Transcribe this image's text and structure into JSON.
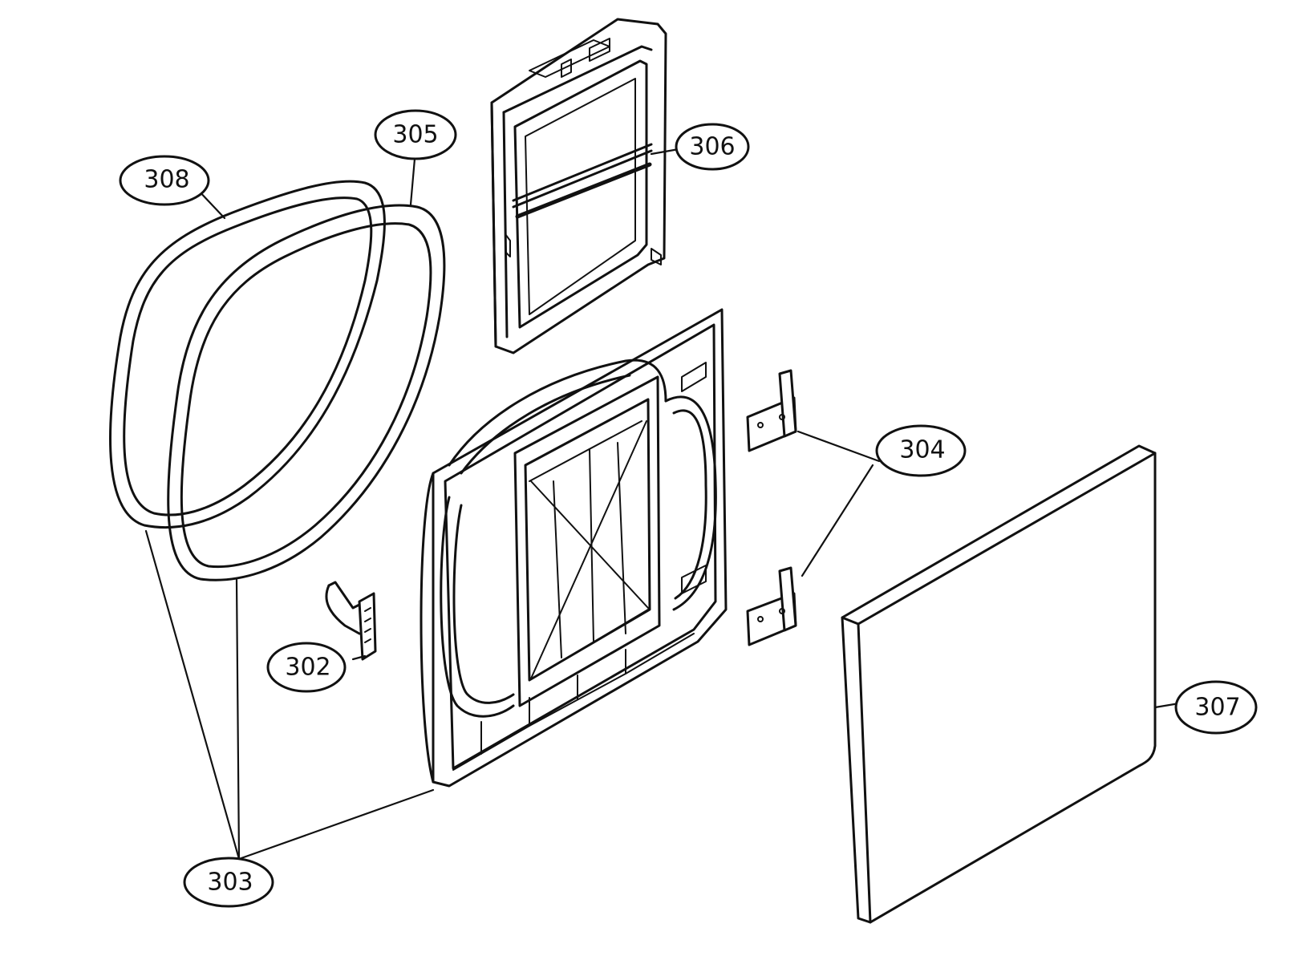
{
  "labels": {
    "p302": "302",
    "p303": "303",
    "p304": "304",
    "p305": "305",
    "p306": "306",
    "p307": "307",
    "p308": "308"
  }
}
